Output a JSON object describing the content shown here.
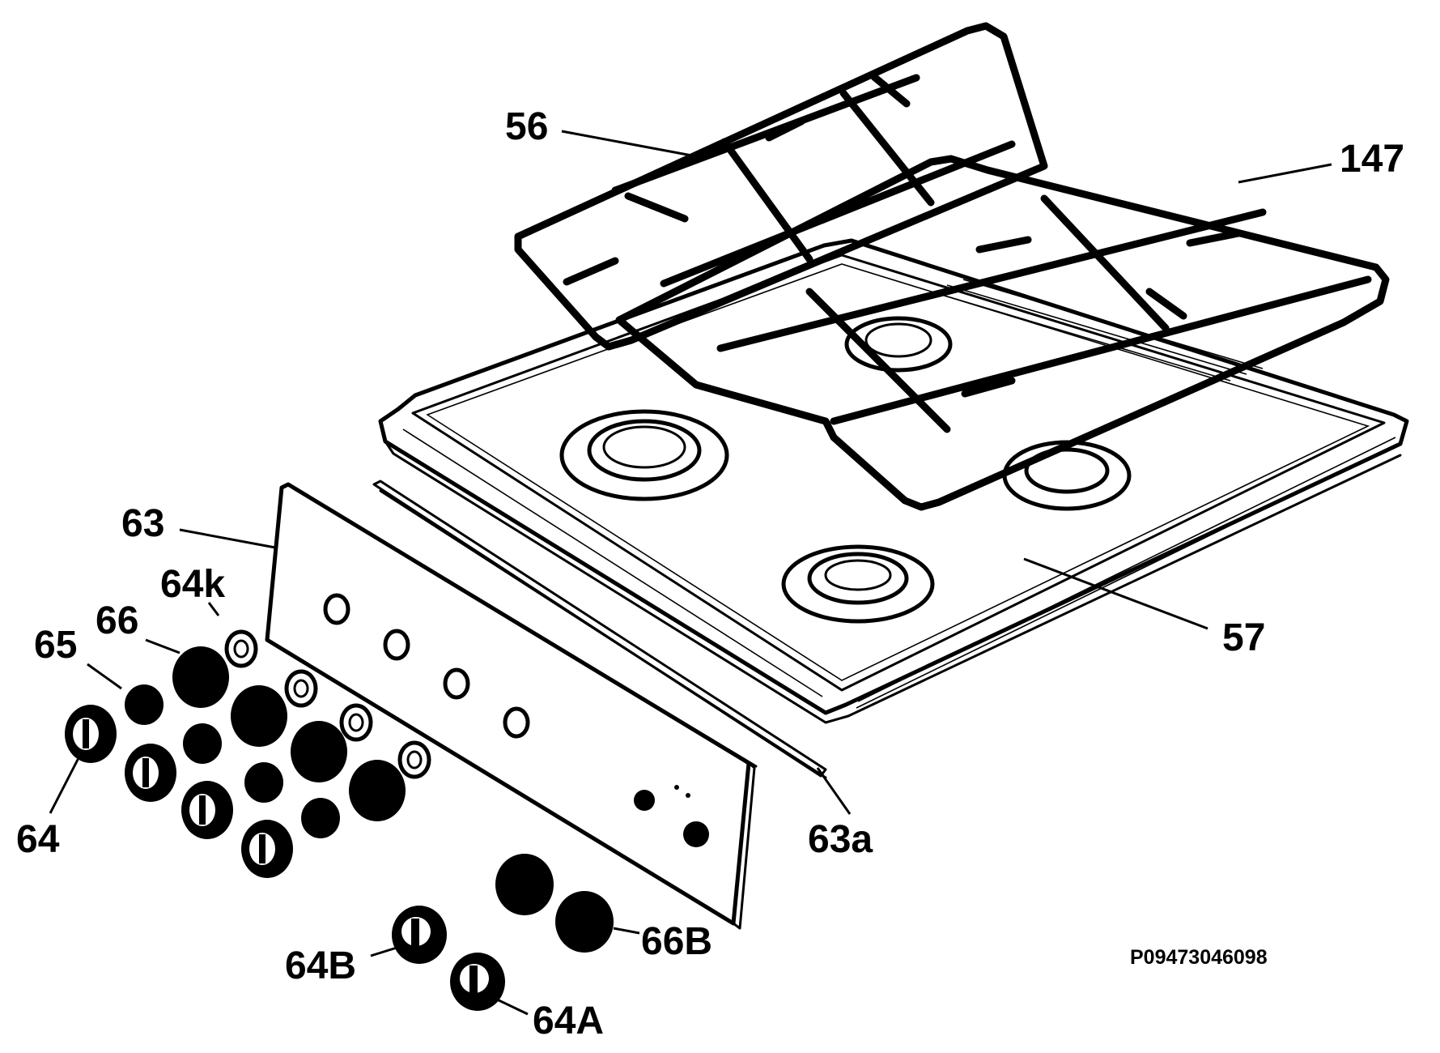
{
  "diagram": {
    "labels": {
      "56": "56",
      "147": "147",
      "57": "57",
      "63": "63",
      "63a": "63a",
      "64k": "64k",
      "66": "66",
      "65": "65",
      "64": "64",
      "66B": "66B",
      "64B": "64B",
      "64A": "64A"
    },
    "reference_code": "P09473046098"
  }
}
